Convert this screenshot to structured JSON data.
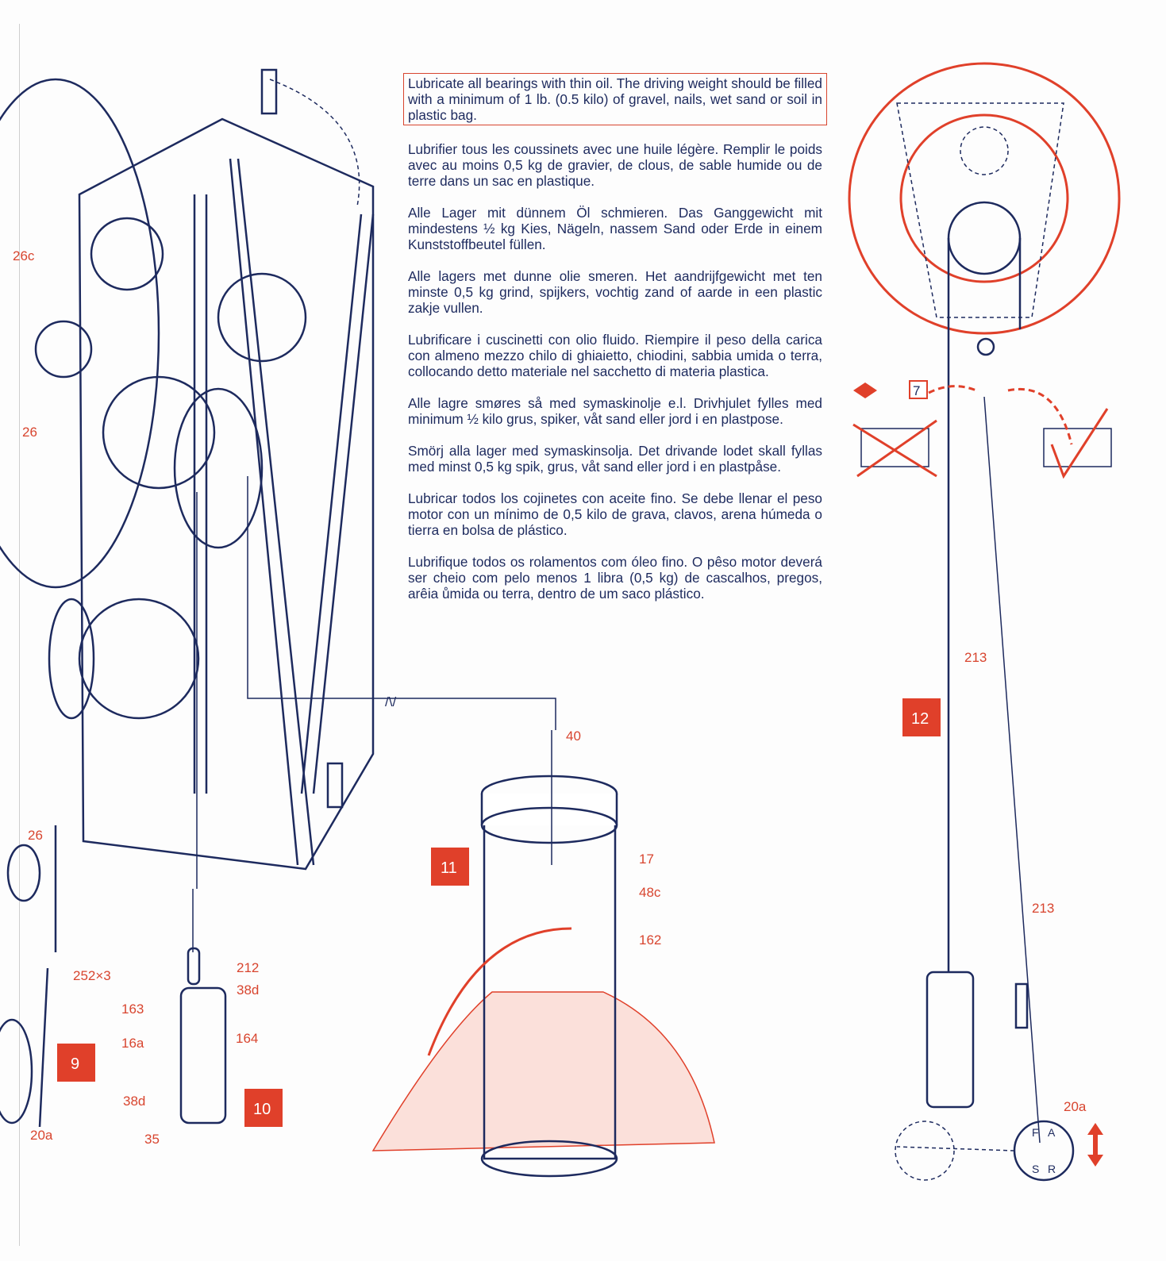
{
  "instructions": [
    "Lubricate all bearings with thin oil. The driving weight should be filled with a minimum of 1 lb. (0.5 kilo) of gravel, nails, wet sand or soil in plastic bag.",
    "Lubrifier tous les coussinets avec une huile légère. Remplir le poids avec au moins 0,5 kg de gravier, de clous, de sable humide ou de terre dans un sac en plastique.",
    "Alle Lager mit dünnem Öl schmieren. Das Ganggewicht mit mindestens ½ kg Kies, Nägeln, nassem Sand oder Erde in einem Kunststoffbeutel füllen.",
    "Alle lagers met dunne olie smeren. Het aandrijfgewicht met ten minste 0,5 kg grind, spijkers, vochtig zand of aarde in een plastic zakje vullen.",
    "Lubrificare i cuscinetti con olio fluido. Riempire il peso della carica con almeno mezzo chilo di ghiaietto, chiodini, sabbia umida o terra, collocando detto materiale nel sacchetto di materia plastica.",
    "Alle lagre smøres så med symaskinolje e.l. Drivhjulet fylles med minimum ½ kilo grus, spiker, våt sand eller jord i en plastpose.",
    "Smörj alla lager med symaskinsolja. Det drivande lodet skall fyllas med minst 0,5 kg spik, grus, våt sand eller jord i en plastpåse.",
    "Lubricar todos los cojinetes con aceite fino. Se debe llenar el peso motor con un mínimo de 0,5 kilo de grava, clavos, arena húmeda o tierra en bolsa de plástico.",
    "Lubrifique todos os rolamentos com óleo fino. O pêso motor deverá ser cheio com pelo menos 1 libra (0,5 kg) de cascalhos, pregos, arêia ůmida ou terra, dentro de um saco plástico."
  ],
  "figures": {
    "fig9": {
      "number": "9",
      "labels": [
        "26c",
        "26",
        "26",
        "252×3",
        "20a"
      ]
    },
    "fig10": {
      "number": "10",
      "labels": [
        "212",
        "38d",
        "163",
        "164",
        "16a",
        "38d",
        "35"
      ]
    },
    "fig11": {
      "number": "11",
      "labels": [
        "40",
        "17",
        "48c",
        "162"
      ]
    },
    "fig12": {
      "number": "12",
      "labels": [
        "7",
        "213",
        "213",
        "20a"
      ],
      "dial": [
        "F",
        "A",
        "S",
        "R"
      ]
    }
  },
  "colors": {
    "ink": "#1d2a5e",
    "accent": "#e0402a"
  }
}
